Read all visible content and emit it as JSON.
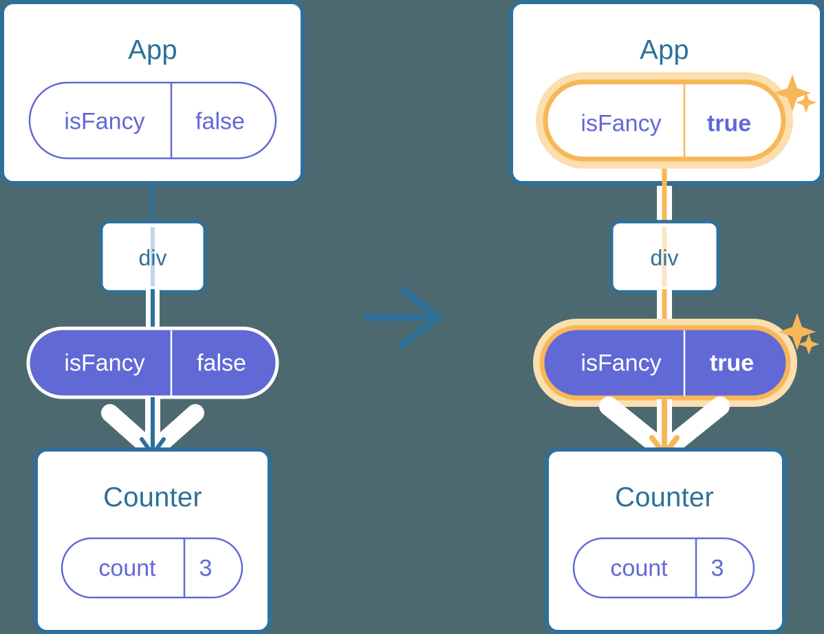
{
  "diagram": {
    "title": "React state propagation: App isFancy false to true",
    "background_color": "#4d6970",
    "arrow_between_label": "transition-arrow",
    "colors": {
      "background": "#4d6970",
      "box_border_blue": "#2e7099",
      "box_fill": "#ffffff",
      "title_blue": "#2e7099",
      "pill_outline_purple": "#6169d6",
      "pill_fill_purple": "#6169d6",
      "pill_text_white": "#ffffff",
      "highlight_orange": "#f8b757",
      "highlight_orange_glow": "#fbdfae",
      "highlight_orange_faded": "#fce6c4",
      "edge_blue": "#2e7099",
      "edge_blue_faded": "#c5d3ee",
      "edge_white_outline": "#ffffff"
    }
  },
  "before": {
    "app": {
      "title": "App",
      "pill": {
        "key": "isFancy",
        "value": "false",
        "style": "outline",
        "highlighted": false
      }
    },
    "div": {
      "label": "div"
    },
    "prop_pill": {
      "key": "isFancy",
      "value": "false",
      "style": "solid",
      "highlighted": false
    },
    "counter": {
      "title": "Counter",
      "pill": {
        "key": "count",
        "value": "3",
        "style": "outline",
        "highlighted": false
      }
    }
  },
  "after": {
    "app": {
      "title": "App",
      "pill": {
        "key": "isFancy",
        "value": "true",
        "style": "outline",
        "highlighted": true
      },
      "sparkle_icon": "sparkles-icon"
    },
    "div": {
      "label": "div"
    },
    "prop_pill": {
      "key": "isFancy",
      "value": "true",
      "style": "solid",
      "highlighted": true,
      "sparkle_icon": "sparkles-icon"
    },
    "counter": {
      "title": "Counter",
      "pill": {
        "key": "count",
        "value": "3",
        "style": "outline",
        "highlighted": false
      }
    }
  }
}
